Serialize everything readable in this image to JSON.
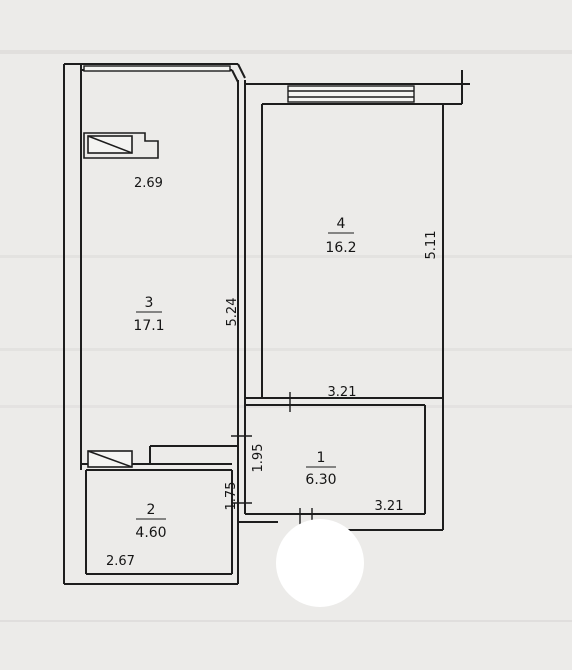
{
  "rooms": [
    {
      "number": "1",
      "area": "6.30"
    },
    {
      "number": "2",
      "area": "4.60"
    },
    {
      "number": "3",
      "area": "17.1"
    },
    {
      "number": "4",
      "area": "16.2"
    }
  ],
  "dimensions": {
    "room3_width": "2.69",
    "room3_length": "5.24",
    "room4_depth": "5.11",
    "room4_width": "3.21",
    "hall_width": "3.21",
    "hall_length": "1.95",
    "bath_length": "1.75",
    "bath_width": "2.67"
  },
  "colors": {
    "wall": "#1d1d1d",
    "paper": "#ecebe9",
    "marker": "#ffffff"
  }
}
